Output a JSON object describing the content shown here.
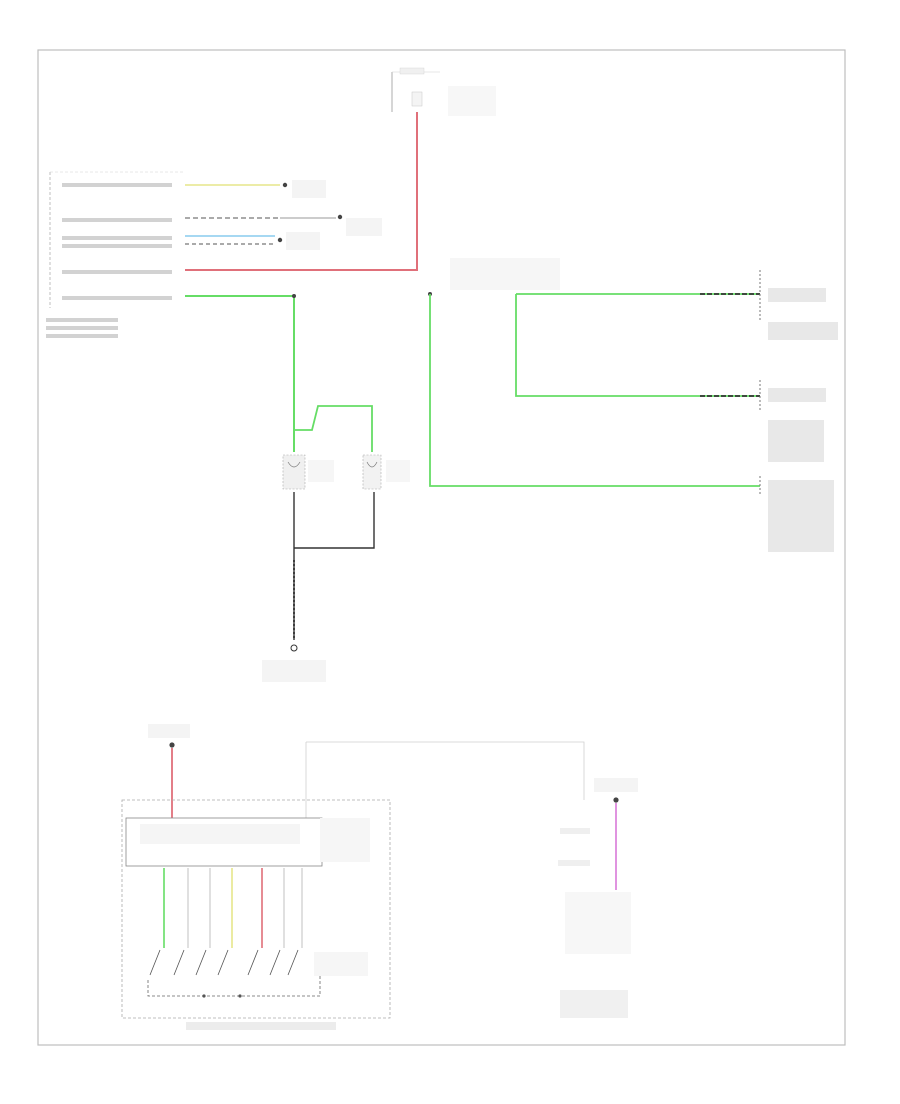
{
  "diagram": {
    "frame_code": "",
    "labels": [],
    "colors": {
      "frame": "#bdbdbd",
      "wire_black": "#333333",
      "wire_green": "#66dd66",
      "wire_red": "#e0707a",
      "wire_yellow": "#e6e68a",
      "wire_pink": "#dd88dd",
      "wire_light_blue": "#88ccee",
      "faint_text": "#9a9a9a"
    },
    "wires": [
      {
        "name": "fuse-feed-wire",
        "color_key": "wire_red"
      },
      {
        "name": "backup-lamp-feed-wire",
        "color_key": "wire_green"
      },
      {
        "name": "ground-wire",
        "color_key": "wire_black"
      },
      {
        "name": "tcm-feed-wire",
        "color_key": "wire_red"
      },
      {
        "name": "ecm-feed-wire",
        "color_key": "wire_pink"
      },
      {
        "name": "range-switch-wire-1",
        "color_key": "wire_green"
      },
      {
        "name": "range-switch-wire-2",
        "color_key": "wire_yellow"
      },
      {
        "name": "range-switch-wire-3",
        "color_key": "wire_red"
      }
    ]
  }
}
